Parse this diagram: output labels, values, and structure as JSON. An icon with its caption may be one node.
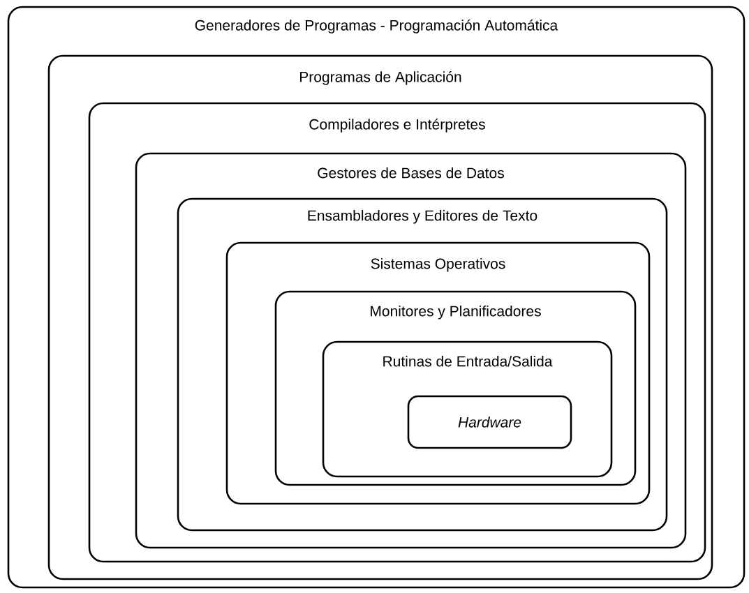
{
  "diagram": {
    "nodes": [
      {
        "text": [
          "Generadores de Programas - Programación Automática"
        ]
      },
      {
        "text": [
          "Programas de Aplicación"
        ],
        "in": 0
      },
      {
        "text": [
          "Compiladores e Intérpretes"
        ],
        "in": 1
      },
      {
        "text": [
          "Gestores de Bases de Datos"
        ],
        "in": 2
      },
      {
        "text": [
          "Ensambladores y Editores de Texto"
        ],
        "in": 3
      },
      {
        "text": [
          "Sistemas Operativos"
        ],
        "in": 4
      },
      {
        "text": [
          "Monitores y Planificadores"
        ],
        "in": 5
      },
      {
        "text": [
          "Rutinas de Entrada/Salida"
        ],
        "in": 6
      },
      {
        "text": [
          "Hardware"
        ],
        "in": 7
      }
    ]
  }
}
